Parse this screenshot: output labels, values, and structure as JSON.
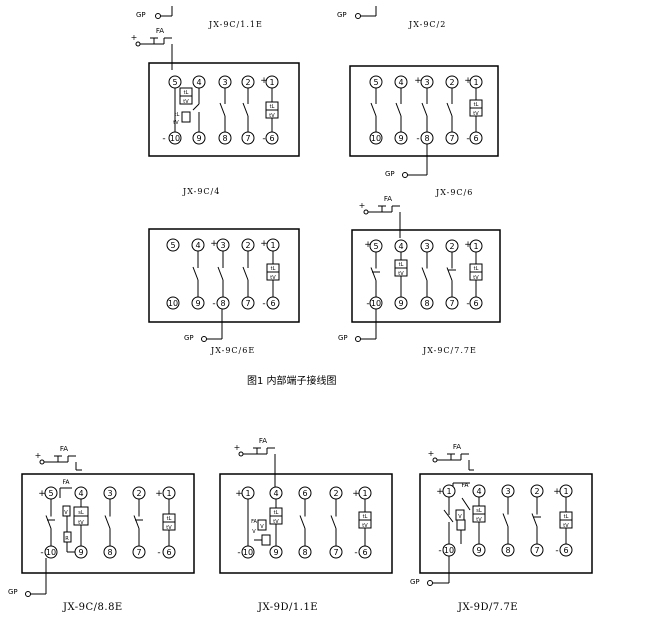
{
  "caption": "图1 内部端子接线图",
  "models": {
    "jx9c_11e": "JX-9C/1.1E",
    "jx9c_2": "JX-9C/2",
    "jx9c_4": "JX-9C/4",
    "jx9c_6": "JX-9C/6",
    "jx9c_6e": "JX-9C/6E",
    "jx9c_77e": "JX-9C/7.7E",
    "jx9c_88e": "JX-9C/8.8E",
    "jx9d_11e": "JX-9D/1.1E",
    "jx9d_77e": "JX-9D/7.7E"
  },
  "gp_label": "GP",
  "fa_label": "FA",
  "plus_sign": "+",
  "minus_sign": "-",
  "terminal_numbers": [
    "1",
    "2",
    "3",
    "4",
    "5",
    "6",
    "7",
    "8",
    "9",
    "10"
  ],
  "coil_upper": "tL",
  "coil_lower": "tV",
  "coil_mid": "sL",
  "coil_lower_alt": "tV"
}
